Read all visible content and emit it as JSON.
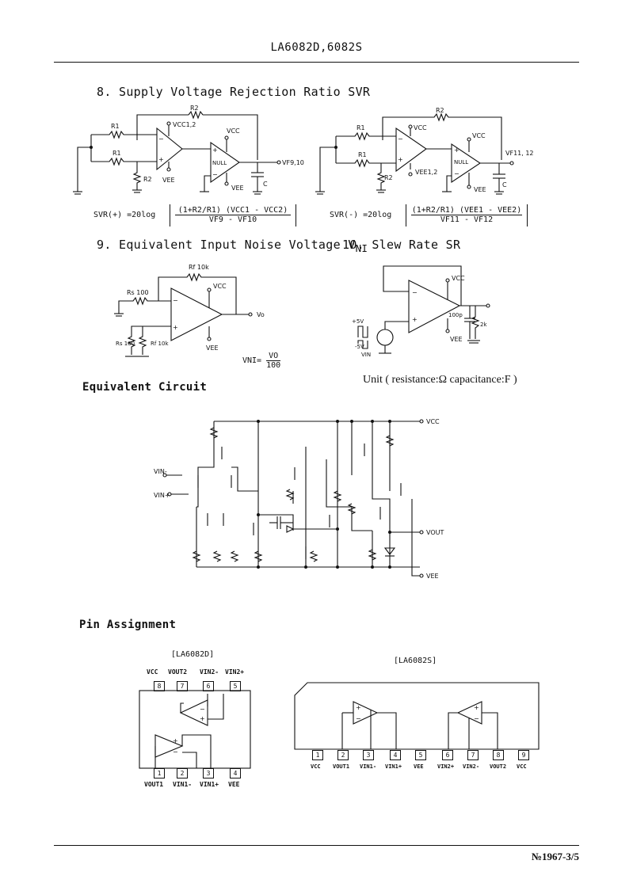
{
  "header": {
    "part_number": "LA6082D,6082S"
  },
  "section8": {
    "title": "8. Supply Voltage Rejection Ratio SVR",
    "left": {
      "formula_prefix": "SVR(+) =20log",
      "numerator": "(1+R2/R1) (VCC1 - VCC2)",
      "denominator": "VF9 - VF10",
      "labels": {
        "r2": "R2",
        "r1a": "R1",
        "r1b": "R1",
        "r2b": "R2",
        "vcc12": "VCC1,2",
        "vcc": "VCC",
        "vee1": "VEE",
        "vee2": "VEE",
        "null": "NULL",
        "vf": "VF9,10",
        "c": "C"
      }
    },
    "right": {
      "formula_prefix": "SVR(-) =20log",
      "numerator": "(1+R2/R1) (VEE1 - VEE2)",
      "denominator": "VF11 - VF12",
      "labels": {
        "r2": "R2",
        "r1a": "R1",
        "r1b": "R1",
        "r2b": "R2",
        "vcc1": "VCC",
        "vcc2": "VCC",
        "vee12": "VEE1,2",
        "vee": "VEE",
        "null": "NULL",
        "vf": "VF11, 12",
        "c": "C"
      }
    }
  },
  "section9": {
    "title": "9. Equivalent Input Noise Voltage V",
    "title_sub": "NI",
    "labels": {
      "rf_top": "Rf 10k",
      "rs_top": "Rs 100",
      "vcc": "VCC",
      "vo": "Vo",
      "vee": "VEE",
      "rs_bot": "Rs 100",
      "rf_bot": "Rf 10k"
    },
    "formula": {
      "lhs": "VNI=",
      "num": "VO",
      "den": "100"
    }
  },
  "section10": {
    "title": "10. Slew Rate SR",
    "labels": {
      "vcc": "VCC",
      "vee": "VEE",
      "plus5": "+5V",
      "minus5": "-5V",
      "vin": "VIN",
      "cap": "100p",
      "res": "2k"
    }
  },
  "unit_note": "Unit ( resistance:Ω  capacitance:F )",
  "equivalent_circuit": {
    "title": "Equivalent Circuit",
    "labels": {
      "vcc": "VCC",
      "vin_minus": "VIN-",
      "vin_plus": "VIN+",
      "vout": "VOUT",
      "vee": "VEE"
    }
  },
  "pin_assignment": {
    "title": "Pin Assignment",
    "la6082d": {
      "label": "[LA6082D]",
      "top_names": [
        "VCC",
        "VOUT2",
        "VIN2-",
        "VIN2+"
      ],
      "top_pins": [
        "8",
        "7",
        "6",
        "5"
      ],
      "bottom_pins": [
        "1",
        "2",
        "3",
        "4"
      ],
      "bottom_names": [
        "VOUT1",
        "VIN1-",
        "VIN1+",
        "VEE"
      ]
    },
    "la6082s": {
      "label": "[LA6082S]",
      "pins": [
        "1",
        "2",
        "3",
        "4",
        "5",
        "6",
        "7",
        "8",
        "9"
      ],
      "names": [
        "VCC",
        "VOUT1",
        "VIN1-",
        "VIN1+",
        "VEE",
        "VIN2+",
        "VIN2-",
        "VOUT2",
        "VCC"
      ]
    }
  },
  "footer": {
    "doc_number": "№1967-3/5"
  }
}
